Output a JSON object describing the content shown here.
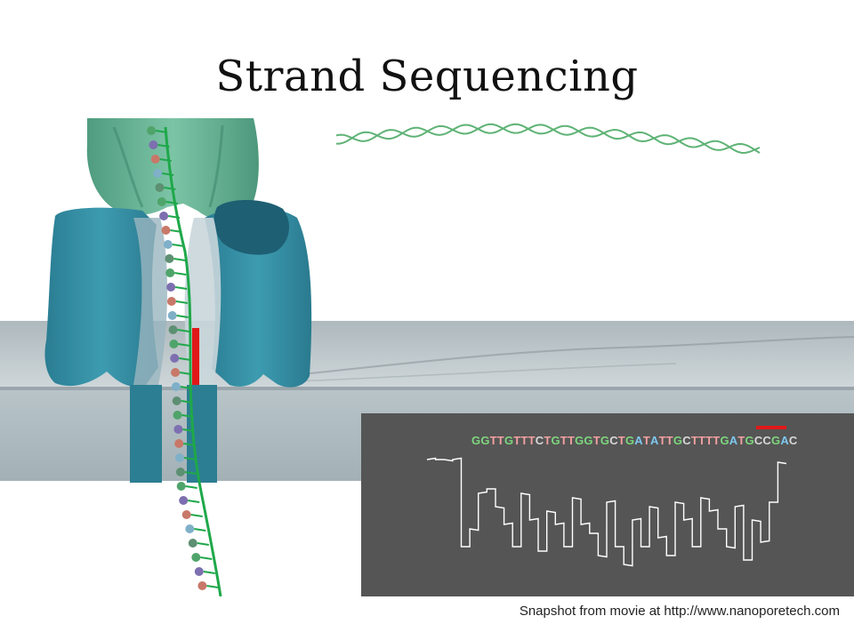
{
  "slide": {
    "title": "Strand Sequencing",
    "caption": "Snapshot from movie at http://www.nanoporetech.com"
  },
  "sequence": "GGTTGTTTCTGTTGGTGCTGATATTGCTTTTGATGCCGAC",
  "base_colors": {
    "A": "#7ec8f0",
    "C": "#d8d8d8",
    "G": "#7ed67e",
    "T": "#f2a0a0"
  },
  "colors": {
    "protein_top": "#5aa88c",
    "pore": "#2f8aa0",
    "membrane": "#c2cdd2",
    "backbone": "#1fa84a",
    "marker": "#e01818",
    "trace_bg": "#555555",
    "trace_line": "#ffffff"
  }
}
